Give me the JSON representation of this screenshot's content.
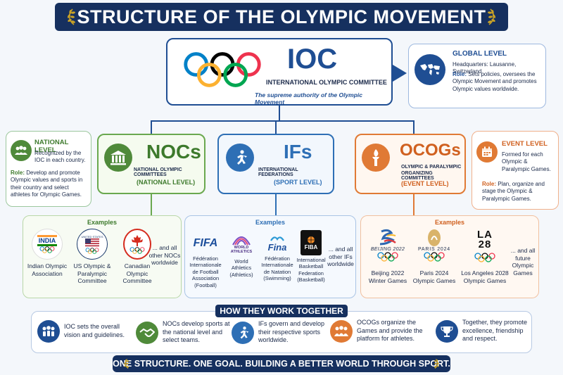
{
  "title": "STRUCTURE OF THE OLYMPIC MOVEMENT",
  "ioc": {
    "acronym": "IOC",
    "name": "INTERNATIONAL OLYMPIC COMMITTEE",
    "tagline": "The supreme authority of the Olympic Movement"
  },
  "global_level": {
    "heading": "GLOBAL LEVEL",
    "hq": "Headquarters: Lausanne, Switzerland",
    "role_label": "Role:",
    "role_text": "Sets policies, oversees the Olympic Movement and promotes Olympic values worldwide."
  },
  "national_level": {
    "heading": "NATIONAL LEVEL",
    "text": "Recognized by the IOC in each country.",
    "role_label": "Role:",
    "role_text": "Develop and promote Olympic values and sports in their country and select athletes for Olympic Games."
  },
  "event_level": {
    "heading": "EVENT LEVEL",
    "text": "Formed for each Olympic & Paralympic Games.",
    "role_label": "Role:",
    "role_text": "Plan, organize and stage the Olympic & Paralympic Games."
  },
  "nocs": {
    "acronym": "NOCs",
    "name": "NATIONAL OLYMPIC COMMITTEES",
    "level": "(NATIONAL LEVEL)"
  },
  "ifs": {
    "acronym": "IFs",
    "name": "INTERNATIONAL FEDERATIONS",
    "level": "(SPORT LEVEL)"
  },
  "ocogs": {
    "acronym": "OCOGs",
    "name1": "OLYMPIC & PARALYMPIC",
    "name2": "ORGANIZING COMMITTEES",
    "level": "(EVENT LEVEL)"
  },
  "examples_label": "Examples",
  "noc_examples": [
    {
      "logo": "INDIA",
      "caption": "Indian Olympic Association"
    },
    {
      "logo": "UNITED STATES",
      "caption": "US Olympic & Paralympic Committee"
    },
    {
      "logo": "",
      "caption": "Canadian Olympic Committee"
    }
  ],
  "noc_more": "... and all other NOCs worldwide",
  "if_examples": [
    {
      "logo": "FIFA",
      "caption": "Fédération Internationale de Football Association (Football)"
    },
    {
      "logo": "WORLD ATHLETICS",
      "caption": "World Athletics (Athletics)"
    },
    {
      "logo": "Fina",
      "caption": "Fédération Internationale de Natation (Swimming)"
    },
    {
      "logo": "FIBA",
      "caption": "International Basketball Federation (Basketball)"
    }
  ],
  "if_more": "... and all other IFs worldwide",
  "ocog_examples": [
    {
      "logo": "BEIJING 2022",
      "caption": "Beijing 2022 Winter Games"
    },
    {
      "logo": "PARIS 2024",
      "caption": "Paris 2024 Olympic Games"
    },
    {
      "logo": "LA 28",
      "caption": "Los Angeles 2028 Olympic Games"
    }
  ],
  "ocog_more": "... and all future Olympic Games",
  "how_label": "HOW THEY WORK TOGETHER",
  "how": [
    {
      "icon": "people-icon",
      "text": "IOC sets the overall vision and guidelines."
    },
    {
      "icon": "handshake-icon",
      "text": "NOCs develop sports at the national level and select teams."
    },
    {
      "icon": "runner-icon",
      "text": "IFs govern and develop their respective sports worldwide."
    },
    {
      "icon": "group-icon",
      "text": "OCOGs organize the Games and provide the platform for athletes."
    },
    {
      "icon": "trophy-icon",
      "text": "Together, they promote excellence, friendship and respect."
    }
  ],
  "footer": "ONE STRUCTURE. ONE GOAL. BUILDING A BETTER WORLD THROUGH SPORT.",
  "colors": {
    "navy": "#16305f",
    "ioc_blue": "#1f4e93",
    "green": "#6aa84f",
    "if_blue": "#2e6fb5",
    "orange": "#e07a35",
    "ring_blue": "#0081c8",
    "ring_yellow": "#fcb131",
    "ring_black": "#000000",
    "ring_green": "#00a651",
    "ring_red": "#ee334e"
  }
}
